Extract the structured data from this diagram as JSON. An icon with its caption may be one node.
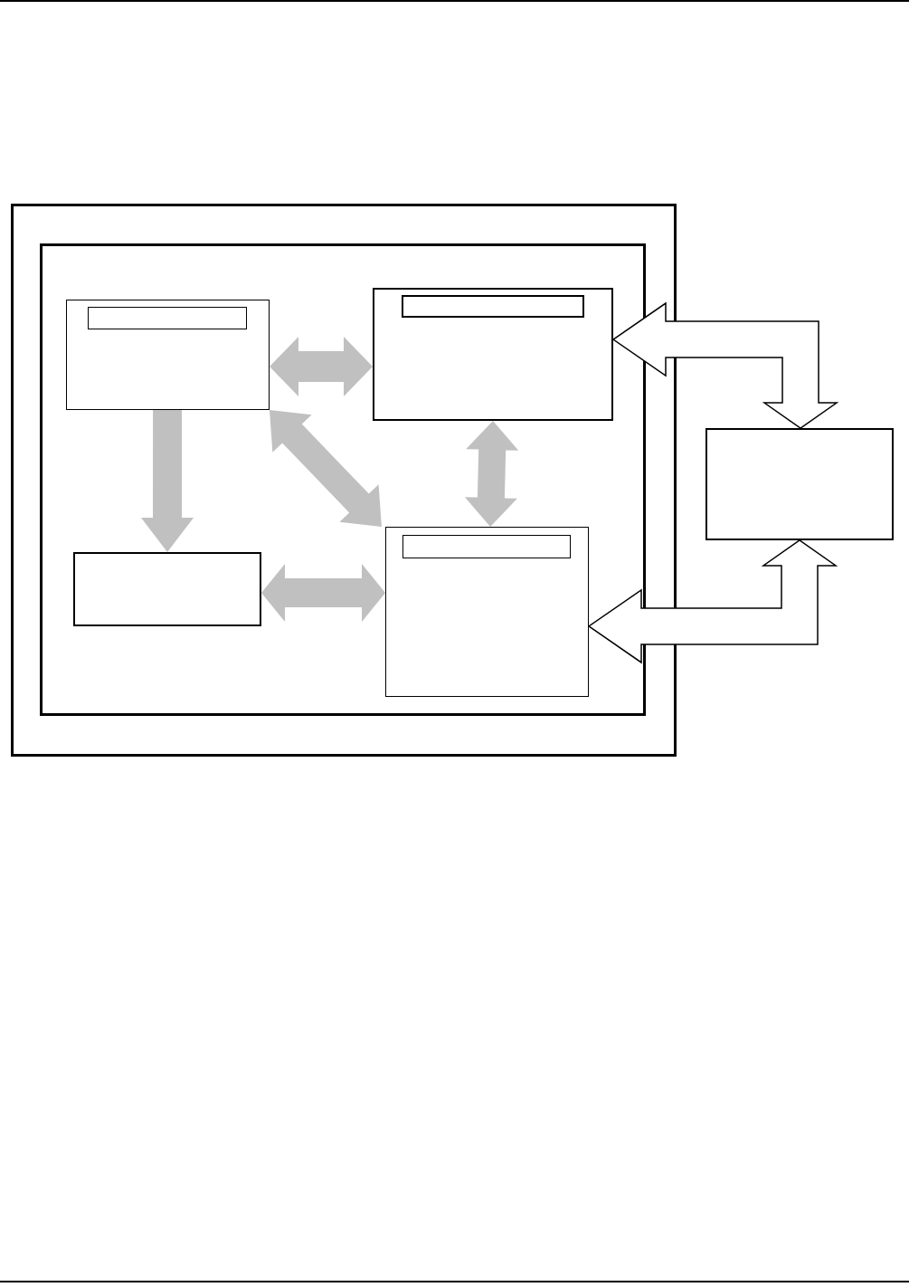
{
  "diagram": {
    "nodes": [
      {
        "text": [],
        "shape": "box"
      },
      {
        "text": [],
        "shape": "box",
        "in": 0
      },
      {
        "text": [],
        "shape": "box",
        "in": 1
      },
      {
        "text": [],
        "shape": "box",
        "in": 2
      },
      {
        "text": [],
        "shape": "box",
        "in": 1
      },
      {
        "text": [],
        "shape": "box",
        "in": 4
      },
      {
        "text": [],
        "shape": "box",
        "in": 1
      },
      {
        "text": [],
        "shape": "box",
        "in": 1
      },
      {
        "text": [],
        "shape": "box",
        "in": 7
      },
      {
        "text": [],
        "shape": "box"
      }
    ],
    "edges": [
      {
        "from": 2,
        "to": 4,
        "arrow": "both",
        "style": "thick"
      },
      {
        "from": 2,
        "to": 6,
        "arrow": "to",
        "style": "thick"
      },
      {
        "from": 2,
        "to": 7,
        "arrow": "both",
        "style": "thick"
      },
      {
        "from": 4,
        "to": 7,
        "arrow": "both",
        "style": "thick"
      },
      {
        "from": 6,
        "to": 7,
        "arrow": "both",
        "style": "thick"
      },
      {
        "from": 9,
        "to": 4,
        "arrow": "both",
        "style": "thick",
        "color": "#000000"
      },
      {
        "from": 9,
        "to": 7,
        "arrow": "both",
        "style": "thick",
        "color": "#000000"
      }
    ]
  }
}
